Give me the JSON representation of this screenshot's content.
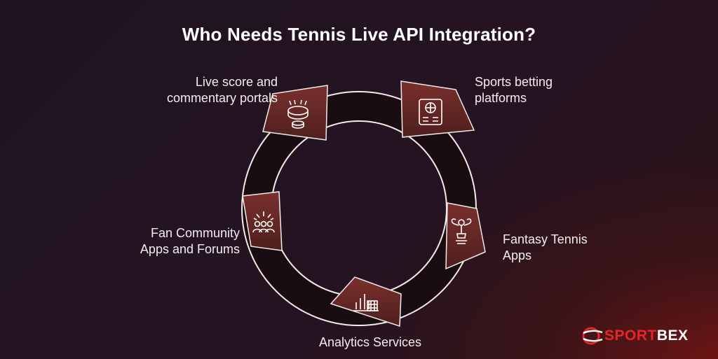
{
  "title": "Who Needs Tennis Live API Integration?",
  "nodes": [
    {
      "label": "Live score and\ncommentary portals",
      "icon": "stadium-icon"
    },
    {
      "label": "Sports betting\nplatforms",
      "icon": "betting-ticket-icon"
    },
    {
      "label": "Fantasy Tennis\nApps",
      "icon": "trophy-icon"
    },
    {
      "label": "Analytics Services",
      "icon": "bar-chart-icon"
    },
    {
      "label": "Fan Community\nApps and Forums",
      "icon": "crowd-icon"
    }
  ],
  "brand": {
    "part1": "SPORT",
    "part2": "BEX",
    "icon": "sportbex-logo-icon"
  },
  "colors": {
    "background": "#251322",
    "ring": "#190d12",
    "tab": "#6a2a28",
    "accent": "#e8242a"
  }
}
